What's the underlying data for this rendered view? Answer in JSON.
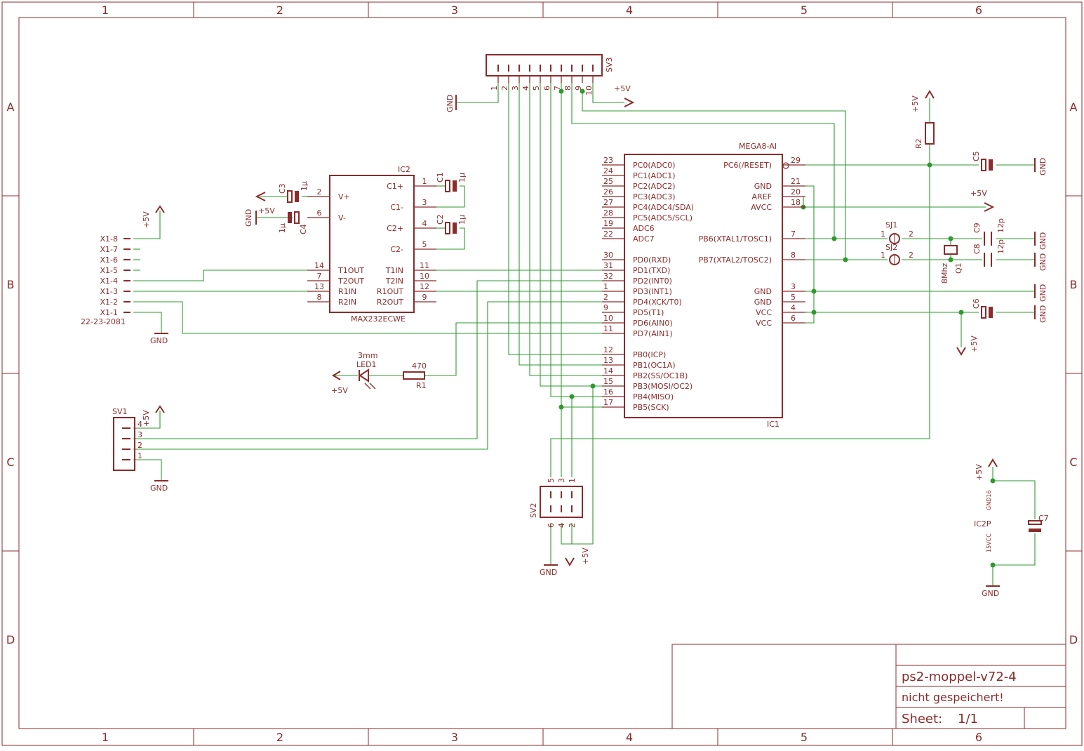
{
  "frame": {
    "columns": [
      "1",
      "2",
      "3",
      "4",
      "5",
      "6"
    ],
    "rows": [
      "A",
      "B",
      "C",
      "D"
    ]
  },
  "title_block": {
    "name": "ps2-moppel-v72-4",
    "status": "nicht gespeichert!",
    "sheet_label": "Sheet:",
    "sheet_value": "1/1"
  },
  "labels": {
    "gnd": "GND",
    "v5": "+5V",
    "sv3": "SV3",
    "sv1": "SV1",
    "sv2": "SV2",
    "ic1_name": "IC1",
    "ic1_value": "MEGA8-AI",
    "ic2_name": "IC2",
    "ic2_value": "MAX232ECWE",
    "ic2p": "IC2P",
    "x1_value": "22-23-2081",
    "led_size": "3mm",
    "led_name": "LED1",
    "r1": "R1",
    "r1_value": "470",
    "r2": "R2",
    "c1": "C1",
    "c2": "C2",
    "c3": "C3",
    "c4": "C4",
    "c5": "C5",
    "c6": "C6",
    "c7": "C7",
    "c8": "C8",
    "c9": "C9",
    "u1": "1µ",
    "p12": "12p",
    "sj1": "SJ1",
    "sj2": "SJ2",
    "q1": "Q1",
    "q1_value": "8Mhz",
    "gnd16": "GND16",
    "vcc15": "15VCC"
  },
  "ic1": {
    "left_pins": [
      {
        "n": "23",
        "name": "PC0(ADC0)"
      },
      {
        "n": "24",
        "name": "PC1(ADC1)"
      },
      {
        "n": "25",
        "name": "PC2(ADC2)"
      },
      {
        "n": "26",
        "name": "PC3(ADC3)"
      },
      {
        "n": "27",
        "name": "PC4(ADC4/SDA)"
      },
      {
        "n": "28",
        "name": "PC5(ADC5/SCL)"
      },
      {
        "n": "19",
        "name": "ADC6"
      },
      {
        "n": "22",
        "name": "ADC7"
      },
      {
        "n": "30",
        "name": "PD0(RXD)"
      },
      {
        "n": "31",
        "name": "PD1(TXD)"
      },
      {
        "n": "32",
        "name": "PD2(INT0)"
      },
      {
        "n": "1",
        "name": "PD3(INT1)"
      },
      {
        "n": "2",
        "name": "PD4(XCK/T0)"
      },
      {
        "n": "9",
        "name": "PD5(T1)"
      },
      {
        "n": "10",
        "name": "PD6(AIN0)"
      },
      {
        "n": "11",
        "name": "PD7(AIN1)"
      },
      {
        "n": "12",
        "name": "PB0(ICP)"
      },
      {
        "n": "13",
        "name": "PB1(OC1A)"
      },
      {
        "n": "14",
        "name": "PB2(SS/OC1B)"
      },
      {
        "n": "15",
        "name": "PB3(MOSI/OC2)"
      },
      {
        "n": "16",
        "name": "PB4(MISO)"
      },
      {
        "n": "17",
        "name": "PB5(SCK)"
      }
    ],
    "right_pins": [
      {
        "n": "29",
        "name": "PC6(/RESET)"
      },
      {
        "n": "21",
        "name": "GND"
      },
      {
        "n": "20",
        "name": "AREF"
      },
      {
        "n": "18",
        "name": "AVCC"
      },
      {
        "n": "7",
        "name": "PB6(XTAL1/TOSC1)"
      },
      {
        "n": "8",
        "name": "PB7(XTAL2/TOSC2)"
      },
      {
        "n": "3",
        "name": "GND"
      },
      {
        "n": "5",
        "name": "GND"
      },
      {
        "n": "4",
        "name": "VCC"
      },
      {
        "n": "6",
        "name": "VCC"
      }
    ]
  },
  "ic2": {
    "left_pins": [
      {
        "n": "2",
        "name": "V+"
      },
      {
        "n": "6",
        "name": "V-"
      },
      {
        "n": "14",
        "name": "T1OUT"
      },
      {
        "n": "7",
        "name": "T2OUT"
      },
      {
        "n": "13",
        "name": "R1IN"
      },
      {
        "n": "8",
        "name": "R2IN"
      }
    ],
    "right_pins": [
      {
        "n": "1",
        "name": "C1+"
      },
      {
        "n": "3",
        "name": "C1-"
      },
      {
        "n": "4",
        "name": "C2+"
      },
      {
        "n": "5",
        "name": "C2-"
      },
      {
        "n": "11",
        "name": "T1IN"
      },
      {
        "n": "10",
        "name": "T2IN"
      },
      {
        "n": "12",
        "name": "R1OUT"
      },
      {
        "n": "9",
        "name": "R2OUT"
      }
    ]
  },
  "x1_pins": [
    "X1-8",
    "X1-7",
    "X1-6",
    "X1-5",
    "X1-4",
    "X1-3",
    "X1-2",
    "X1-1"
  ],
  "sv3_pins": [
    "1",
    "2",
    "3",
    "4",
    "5",
    "6",
    "7",
    "8",
    "9",
    "10"
  ],
  "sv1_pins": [
    "4",
    "3",
    "2",
    "1"
  ],
  "sv2_top": [
    "5",
    "3",
    "1"
  ],
  "sv2_bottom": [
    "6",
    "4",
    "2"
  ],
  "misc_nums": {
    "sj_1": "1",
    "sj_2": "2"
  }
}
